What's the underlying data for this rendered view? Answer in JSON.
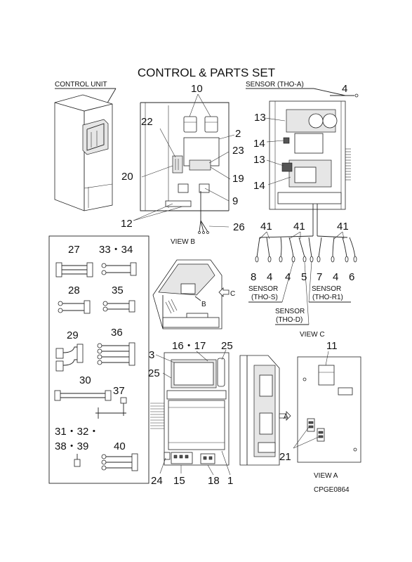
{
  "title": "CONTROL & PARTS SET",
  "labels": {
    "control_unit": "CONTROL UNIT",
    "sensor_tho_a": "SENSOR (THO-A)",
    "view_b": "VIEW B",
    "view_c": "VIEW C",
    "view_a": "VIEW A",
    "sensor_tho_s_1": "SENSOR",
    "sensor_tho_s_2": "(THO-S)",
    "sensor_tho_r1_1": "SENSOR",
    "sensor_tho_r1_2": "(THO-R1)",
    "sensor_tho_d_1": "SENSOR",
    "sensor_tho_d_2": "(THO-D)",
    "arrow_b": "B",
    "arrow_c": "C",
    "arrow_a": "A",
    "code": "CPGE0864"
  },
  "parts": {
    "p10": "10",
    "p4a": "4",
    "p13a": "13",
    "p22": "22",
    "p2": "2",
    "p14a": "14",
    "p23": "23",
    "p13b": "13",
    "p20": "20",
    "p19": "19",
    "p14b": "14",
    "p9": "9",
    "p12": "12",
    "p26": "26",
    "p41a": "41",
    "p41b": "41",
    "p41c": "41",
    "p27": "27",
    "p33_34": "33・34",
    "p8": "8",
    "p4b": "4",
    "p4c": "4",
    "p5": "5",
    "p7": "7",
    "p4d": "4",
    "p6": "6",
    "p28": "28",
    "p35": "35",
    "p29": "29",
    "p36": "36",
    "p11": "11",
    "p3": "3",
    "p16_17": "16・17",
    "p25a": "25",
    "p25b": "25",
    "p30": "30",
    "p37": "37",
    "p31_32": "31・32・",
    "p38_39": "38・39",
    "p40": "40",
    "p21": "21",
    "p24": "24",
    "p15": "15",
    "p18": "18",
    "p1": "1"
  }
}
